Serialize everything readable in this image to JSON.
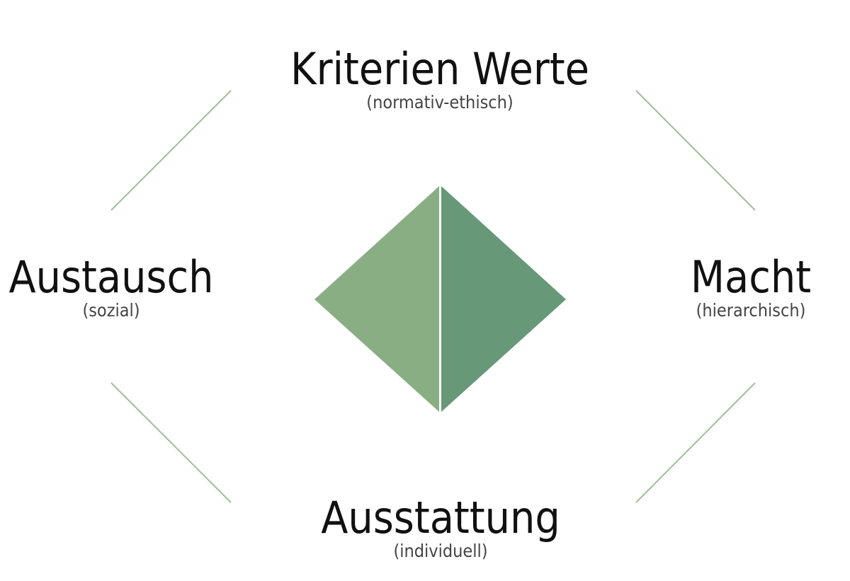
{
  "diagram": {
    "top": {
      "title": "Kriterien Werte",
      "subtitle": "(normativ-ethisch)"
    },
    "left": {
      "title": "Austausch",
      "subtitle": "(sozial)"
    },
    "right": {
      "title": "Macht",
      "subtitle": "(hierarchisch)"
    },
    "bottom": {
      "title": "Ausstattung",
      "subtitle": "(individuell)"
    },
    "colors": {
      "diamond_left": "#8aae84",
      "diamond_right": "#679878",
      "connector_lines": "#9fbf98",
      "title_text": "#111111",
      "subtitle_text": "#444444"
    }
  }
}
